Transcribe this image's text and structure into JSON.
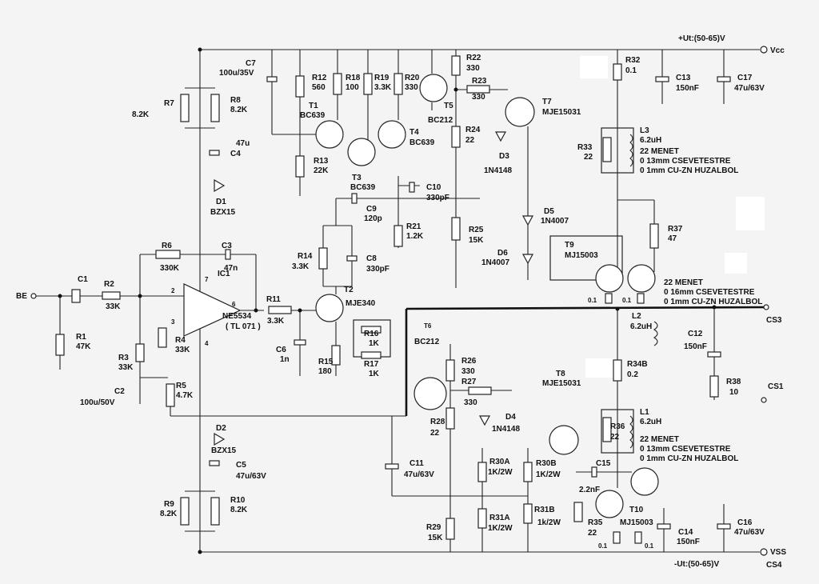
{
  "supply": {
    "pos": "+Ut:(50-65)V",
    "vcc": "Vcc",
    "neg": "-Ut:(50-65)V",
    "vss": "VSS",
    "cs3": "CS3",
    "cs4": "CS4",
    "cs1": "CS1"
  },
  "input": {
    "be": "BE"
  },
  "ic1": {
    "name": "IC1",
    "type": "NE5534",
    "alt": "( TL 071 )",
    "pin2": "2",
    "pin3": "3",
    "pin6": "6",
    "pin7": "7",
    "pin4": "4"
  },
  "parts": {
    "c1": "C1",
    "r1": "R1",
    "r1v": "47K",
    "r2": "R2",
    "r2v": "33K",
    "r3": "R3",
    "r3v": "33K",
    "c2": "C2",
    "c2v": "100u/50V",
    "r4": "R4",
    "r4v": "33K",
    "r5": "R5",
    "r5v": "4.7K",
    "r6": "R6",
    "r6v": "330K",
    "c3": "C3",
    "c3v": "47n",
    "r7": "R7",
    "r7v": "8.2K",
    "r8": "R8",
    "r8v": "8.2K",
    "c7": "C7",
    "c7v": "100u/35V",
    "c4v": "47u",
    "c4": "C4",
    "d1": "D1",
    "d1v": "BZX15",
    "d2": "D2",
    "d2v": "BZX15",
    "c5": "C5",
    "c5v": "47u/63V",
    "r9": "R9",
    "r9v": "8.2K",
    "r10": "R10",
    "r10v": "8.2K",
    "r11": "R11",
    "r11v": "3.3K",
    "c6": "C6",
    "c6v": "1n",
    "r12": "R12",
    "r12v": "560",
    "t1": "T1",
    "t1v": "BC639",
    "r13": "R13",
    "r13v": "22K",
    "r18": "R18",
    "r18v": "100",
    "r19": "R19",
    "r19v": "3.3K",
    "r20": "R20",
    "r20v": "330",
    "t3": "T3",
    "t3v": "BC639",
    "t4": "T4",
    "t4v": "BC639",
    "t5": "T5",
    "t5v": "BC212",
    "c10": "C10",
    "c10v": "330pF",
    "c9": "C9",
    "c9v": "120p",
    "r21": "R21",
    "r21v": "1.2K",
    "r14": "R14",
    "r14v": "3.3K",
    "c8": "C8",
    "c8v": "330pF",
    "t2": "T2",
    "t2v": "MJE340",
    "r15": "R15",
    "r15v": "180",
    "r16": "R16",
    "r16v": "1K",
    "r17": "R17",
    "r17v": "1K",
    "r22": "R22",
    "r22v": "330",
    "r23": "R23",
    "r23v": "330",
    "r24": "R24",
    "r24v": "22",
    "t7": "T7",
    "t7v": "MJE15031",
    "d3": "D3",
    "d3v": "1N4148",
    "d5": "D5",
    "d5v": "1N4007",
    "d6": "D6",
    "d6v": "1N4007",
    "r25": "R25",
    "r25v": "15K",
    "r32": "R32",
    "r32v": "0.1",
    "c13": "C13",
    "c13v": "150nF",
    "c17": "C17",
    "c17v": "47u/63V",
    "l3": "L3",
    "l3v": "6.2uH",
    "r33": "R33",
    "r33v": "22",
    "r37": "R37",
    "r37v": "47",
    "t9": "T9",
    "t9v": "MJ15003",
    "l2": "L2",
    "l2v": "6.2uH",
    "c12": "C12",
    "c12v": "150nF",
    "r38": "R38",
    "r38v": "10",
    "t6v": "BC212",
    "r26": "R26",
    "r26v": "330",
    "r27": "R27",
    "r27v": "330",
    "r28": "R28",
    "r28v": "22",
    "t8": "T8",
    "t8v": "MJE15031",
    "d4": "D4",
    "d4v": "1N4148",
    "r34b": "R34B",
    "r34bv": "0.2",
    "l1": "L1",
    "l1v": "6.2uH",
    "r36": "R36",
    "r36v": "22",
    "c11": "C11",
    "c11v": "47u/63V",
    "r30a": "R30A",
    "r30av": "1K/2W",
    "r30b": "R30B",
    "r30bv": "1K/2W",
    "c15": "C15",
    "c15v": "2.2nF",
    "r31a": "R31A",
    "r31av": "1K/2W",
    "r31b": "R31B",
    "r31bv": "1k/2W",
    "r35": "R35",
    "r35v": "22",
    "t10": "T10",
    "t10v": "MJ15003",
    "c14": "C14",
    "c14v": "150nF",
    "c16": "C16",
    "c16v": "47u/63V",
    "r29": "R29",
    "r29v": "15K",
    "e01a": "0.1",
    "e01b": "0.1",
    "e01c": "0.1",
    "e01d": "0.1"
  },
  "notes": {
    "l3a": "22 MENET",
    "l3b": "0 13mm CSEVETESTRE",
    "l3c": "0 1mm CU-ZN HUZALBOL",
    "l2a": "22 MENET",
    "l2b": "0 16mm CSEVETESTRE",
    "l2c": "0 1mm CU-ZN HUZALBOL",
    "l1a": "22 MENET",
    "l1b": "0 13mm CSEVETESTRE",
    "l1c": "0 1mm CU-ZN HUZALBOL"
  }
}
